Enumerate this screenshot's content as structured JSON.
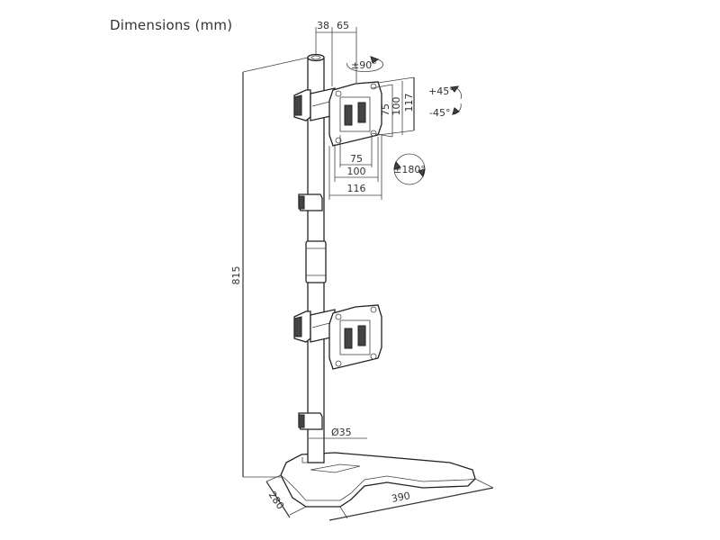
{
  "title": "Dimensions (mm)",
  "dimensions": {
    "pole_offset": "38",
    "arm_offset": "65",
    "swivel": "±90°",
    "tilt_up": "+45°",
    "tilt_down": "-45°",
    "rotation": "±180°",
    "vesa_h_75": "75",
    "vesa_h_100": "100",
    "plate_width": "116",
    "vesa_v_75": "75",
    "vesa_v_100": "100",
    "plate_height": "117",
    "total_height": "815",
    "pole_diameter": "Ø35",
    "base_depth": "280",
    "base_width": "390"
  }
}
